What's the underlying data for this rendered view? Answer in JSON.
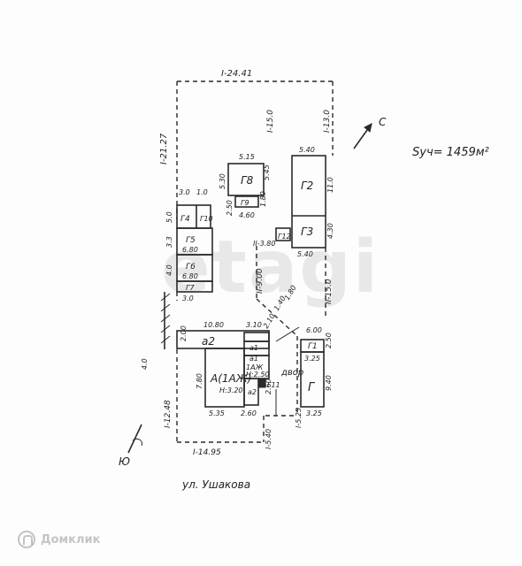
{
  "area_note": "Sуч= 1459м²",
  "north_label": "С",
  "south_label": "Ю",
  "street": "ул. Ушакова",
  "watermark": "etagi",
  "brand": "Домклик",
  "boundary": {
    "top": "I-24.41",
    "left": "I-21.27",
    "right_upper": "I-13.0",
    "right_mid": "I-15.0",
    "right_lower": "II-15.0",
    "left_lower": "I-12.48",
    "bottom": "I-14.95",
    "bottom_short": "I-5.40",
    "bottom_side": "I-5.25",
    "inner_left": "II-9.00",
    "diag": "II-3.80"
  },
  "buildings": {
    "g8": {
      "label": "Г8",
      "w": "5.15",
      "h": "5.30",
      "side": "5.45"
    },
    "g9": {
      "label": "Г9",
      "w": "4.60",
      "h": "1.80",
      "side": "2.50"
    },
    "g2": {
      "label": "Г2",
      "w": "5.40",
      "h": "11.0"
    },
    "g3": {
      "label": "Г3",
      "h": "4.30"
    },
    "g12": {
      "label": "Г12"
    },
    "g2_bottom": "5.40",
    "g4": {
      "label": "Г4",
      "d1": "3.0",
      "d2": "1.0",
      "h": "5.0"
    },
    "g10": {
      "label": "Г10"
    },
    "g5": {
      "label": "Г5",
      "w": "6.80",
      "h": "3.3"
    },
    "g6": {
      "label": "Г6",
      "w": "6.80",
      "h": "4.0"
    },
    "g7": {
      "label": "Г7",
      "w": "3.0"
    },
    "a2": {
      "label": "а2",
      "w": "10.80",
      "h": "2.00"
    },
    "a_side": "3.10",
    "a1": {
      "label": "а1"
    },
    "a1b": {
      "label": "а1"
    },
    "a": {
      "label": "А(1АЖ)",
      "h_label": "Н:3.20",
      "h": "7.80",
      "w": "5.35"
    },
    "a1azh": {
      "label": "1АЖ",
      "dims": "Н:2.50"
    },
    "a2b": {
      "label": "а2"
    },
    "g11": {
      "label": "Г11"
    },
    "small_w": "2.60",
    "yard": "двор",
    "step": "2.60",
    "gate": {
      "label": "Г1",
      "w": "6.00",
      "h": "3.25",
      "side": "2.50"
    },
    "g": {
      "label": "Г",
      "w": "3.25",
      "h": "9.40"
    },
    "misc1": "4.0",
    "misc2": "2.10",
    "misc3": "1.40",
    "misc4": "1.80"
  }
}
